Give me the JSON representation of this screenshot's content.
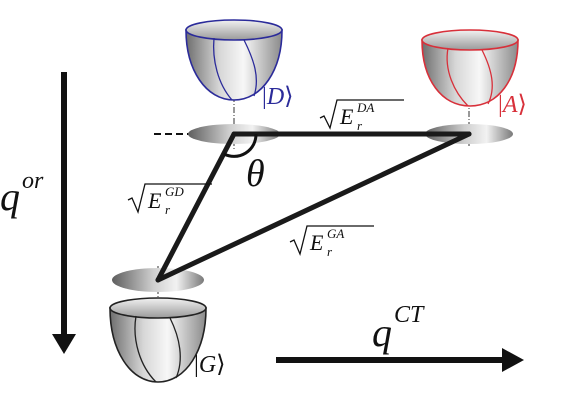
{
  "colors": {
    "donor": "#2b2b9a",
    "acceptor": "#d8303a",
    "ground": "#222222",
    "line": "#1a1a1a"
  },
  "states": {
    "donor": {
      "label_open": "|",
      "label_letter": "D",
      "label_close": "⟩"
    },
    "acceptor": {
      "label_open": "|",
      "label_letter": "A",
      "label_close": "⟩"
    },
    "ground": {
      "label_open": "|",
      "label_letter": "G",
      "label_close": "⟩"
    }
  },
  "edges": {
    "da": {
      "letter": "E",
      "sub": "r",
      "sup": "DA"
    },
    "gd": {
      "letter": "E",
      "sub": "r",
      "sup": "GD"
    },
    "ga": {
      "letter": "E",
      "sub": "r",
      "sup": "GA"
    }
  },
  "angle": {
    "symbol": "θ"
  },
  "axes": {
    "vertical": {
      "letter": "q",
      "sup": "or"
    },
    "horizontal": {
      "letter": "q",
      "sup": "CT"
    }
  },
  "icons": [
    "bowl-icon",
    "ellipse-icon",
    "arrow-down-icon",
    "arrow-right-icon",
    "sqrt-icon"
  ]
}
